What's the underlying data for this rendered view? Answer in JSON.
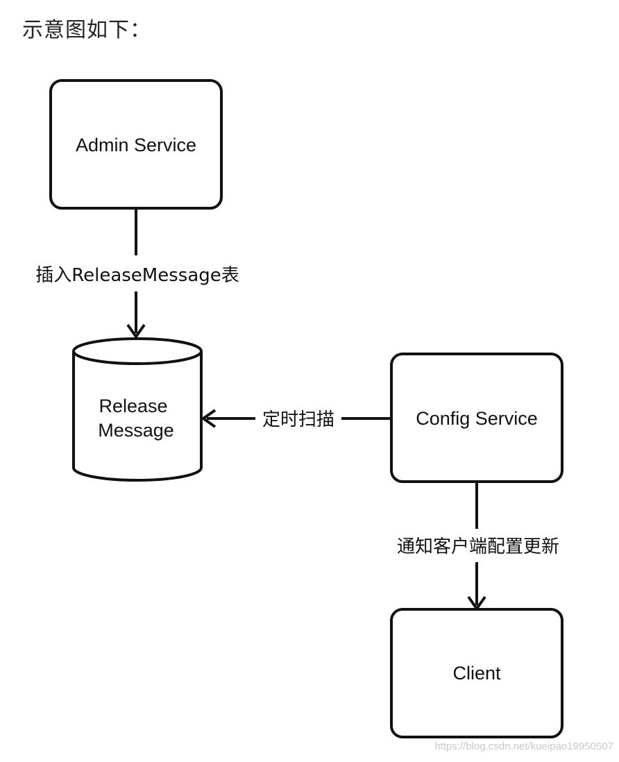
{
  "caption": "示意图如下：",
  "nodes": {
    "admin_service": {
      "label": "Admin Service"
    },
    "release_message": {
      "label_line1": "Release",
      "label_line2": "Message"
    },
    "config_service": {
      "label": "Config Service"
    },
    "client": {
      "label": "Client"
    }
  },
  "edges": {
    "admin_to_release": {
      "label": "插入ReleaseMessage表"
    },
    "config_to_release": {
      "label": "定时扫描"
    },
    "config_to_client": {
      "label": "通知客户端配置更新"
    }
  },
  "watermark": "https://blog.csdn.net/kueipao19950507",
  "colors": {
    "stroke": "#111111",
    "background": "#ffffff",
    "watermark": "#c9c9c9"
  }
}
